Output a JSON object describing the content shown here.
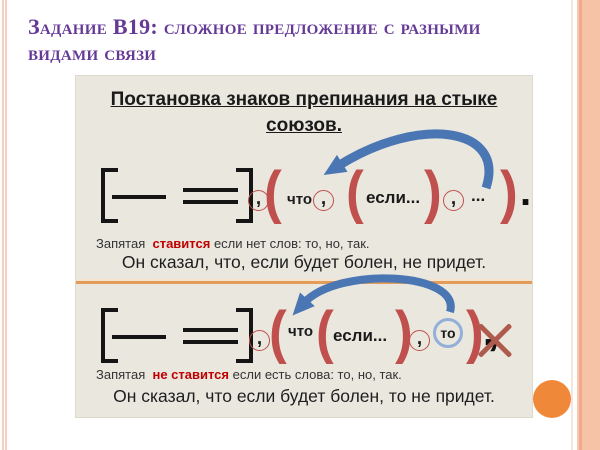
{
  "title": "Задание В19: сложное предложение с разными видами связи",
  "board": {
    "heading": "Постановка знаков препинания на стыке союзов.",
    "diagram1": {
      "comma1": ",",
      "open1": "(",
      "chto": "что",
      "comma2": ",",
      "open2": "(",
      "esli": "если...",
      "close1": ")",
      "comma3": ",",
      "ellipsis": "...",
      "close2": ")",
      "period": "."
    },
    "rule_comma": {
      "word1": "Запятая",
      "highlight": "ставится",
      "rest": "если нет слов: то, но, так."
    },
    "example_with_comma": "Он сказал, что, если будет болен, не придет.",
    "diagram2": {
      "comma1": ",",
      "open1": "(",
      "chto": "что",
      "open2": "(",
      "esli": "если...",
      "close1": ")",
      "comma2": ",",
      "to": "то",
      "close2": ")",
      "period": ".",
      "crossed_comma": ","
    },
    "rule_no_comma": {
      "word1": "Запятая",
      "highlight": "не ставится",
      "rest": "если есть слова: то, но, так."
    },
    "example_without_comma": "Он сказал, что если будет болен, то не придет."
  },
  "colors": {
    "title_purple": "#653A97",
    "accent_red": "#C0504D",
    "highlight_red": "#C00000",
    "arrow_blue": "#4A77B4",
    "orange": "#F0883A",
    "board_bg": "#E9E7DE"
  }
}
